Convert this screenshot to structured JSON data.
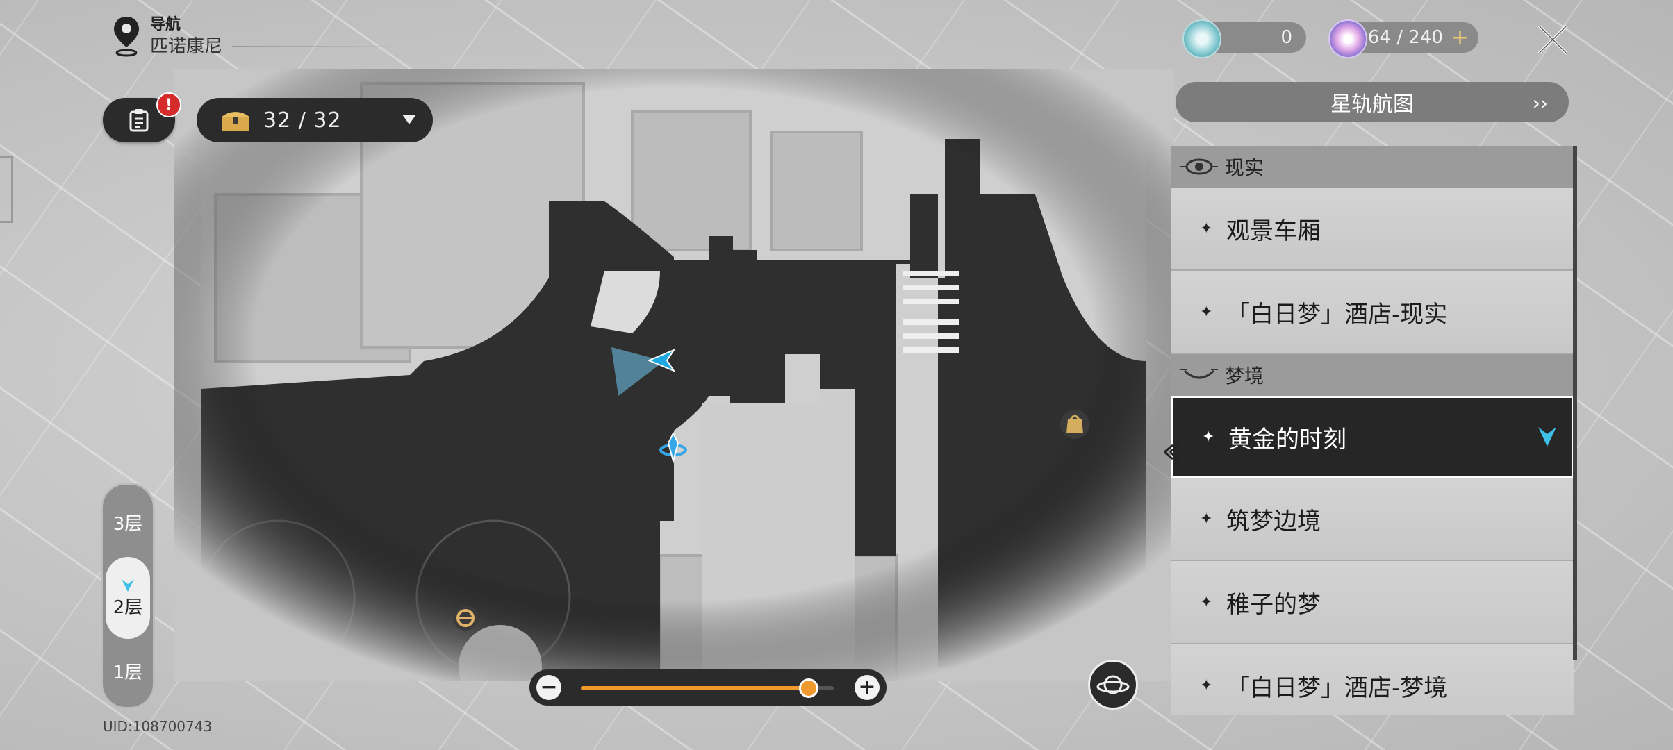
{
  "nav": {
    "label": "导航",
    "region": "匹诺康尼"
  },
  "quest": {
    "icon": "clipboard-icon",
    "badge": "!"
  },
  "chest": {
    "count": "32 / 32"
  },
  "currency": [
    {
      "name": "star-rail-pass",
      "value": "0"
    },
    {
      "name": "trailblaze-power",
      "value": "64 / 240",
      "plus": "+"
    }
  ],
  "star_rail_map": {
    "label": "星轨航图"
  },
  "panel": {
    "sections": [
      {
        "title": "现实",
        "icon": "eye-icon",
        "items": [
          "观景车厢",
          "「白日梦」酒店-现实"
        ]
      },
      {
        "title": "梦境",
        "icon": "dream-icon",
        "items": [
          "黄金的时刻",
          "筑梦边境",
          "稚子的梦",
          "「白日梦」酒店-梦境"
        ]
      }
    ],
    "active_item": "黄金的时刻"
  },
  "floors": {
    "items": [
      "3层",
      "2层",
      "1层"
    ],
    "selected": "2层"
  },
  "uid": "UID:108700743",
  "zoom": {
    "minus": "−",
    "plus": "+",
    "level": 0.9
  },
  "colors": {
    "accent": "#f09a2e",
    "player": "#1fa7e0",
    "active_bg": "#262626"
  }
}
